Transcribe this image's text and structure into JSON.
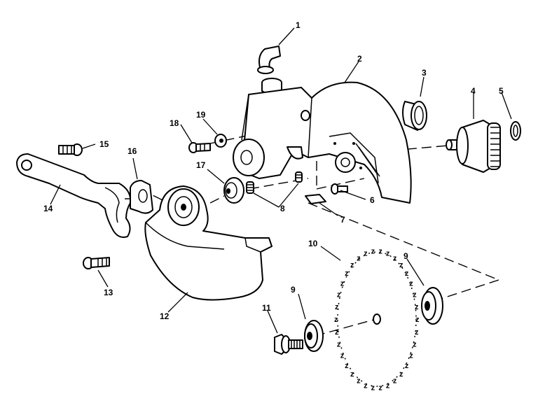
{
  "callouts": [
    {
      "id": "c1",
      "text": "1"
    },
    {
      "id": "c2",
      "text": "2"
    },
    {
      "id": "c3",
      "text": "3"
    },
    {
      "id": "c4",
      "text": "4"
    },
    {
      "id": "c5",
      "text": "5"
    },
    {
      "id": "c6",
      "text": "6"
    },
    {
      "id": "c7",
      "text": "7"
    },
    {
      "id": "c8",
      "text": "8"
    },
    {
      "id": "c9a",
      "text": "9"
    },
    {
      "id": "c9b",
      "text": "9"
    },
    {
      "id": "c10",
      "text": "10"
    },
    {
      "id": "c11",
      "text": "11"
    },
    {
      "id": "c12",
      "text": "12"
    },
    {
      "id": "c13",
      "text": "13"
    },
    {
      "id": "c14",
      "text": "14"
    },
    {
      "id": "c15",
      "text": "15"
    },
    {
      "id": "c16",
      "text": "16"
    },
    {
      "id": "c17",
      "text": "17"
    },
    {
      "id": "c18",
      "text": "18"
    },
    {
      "id": "c19",
      "text": "19"
    }
  ]
}
